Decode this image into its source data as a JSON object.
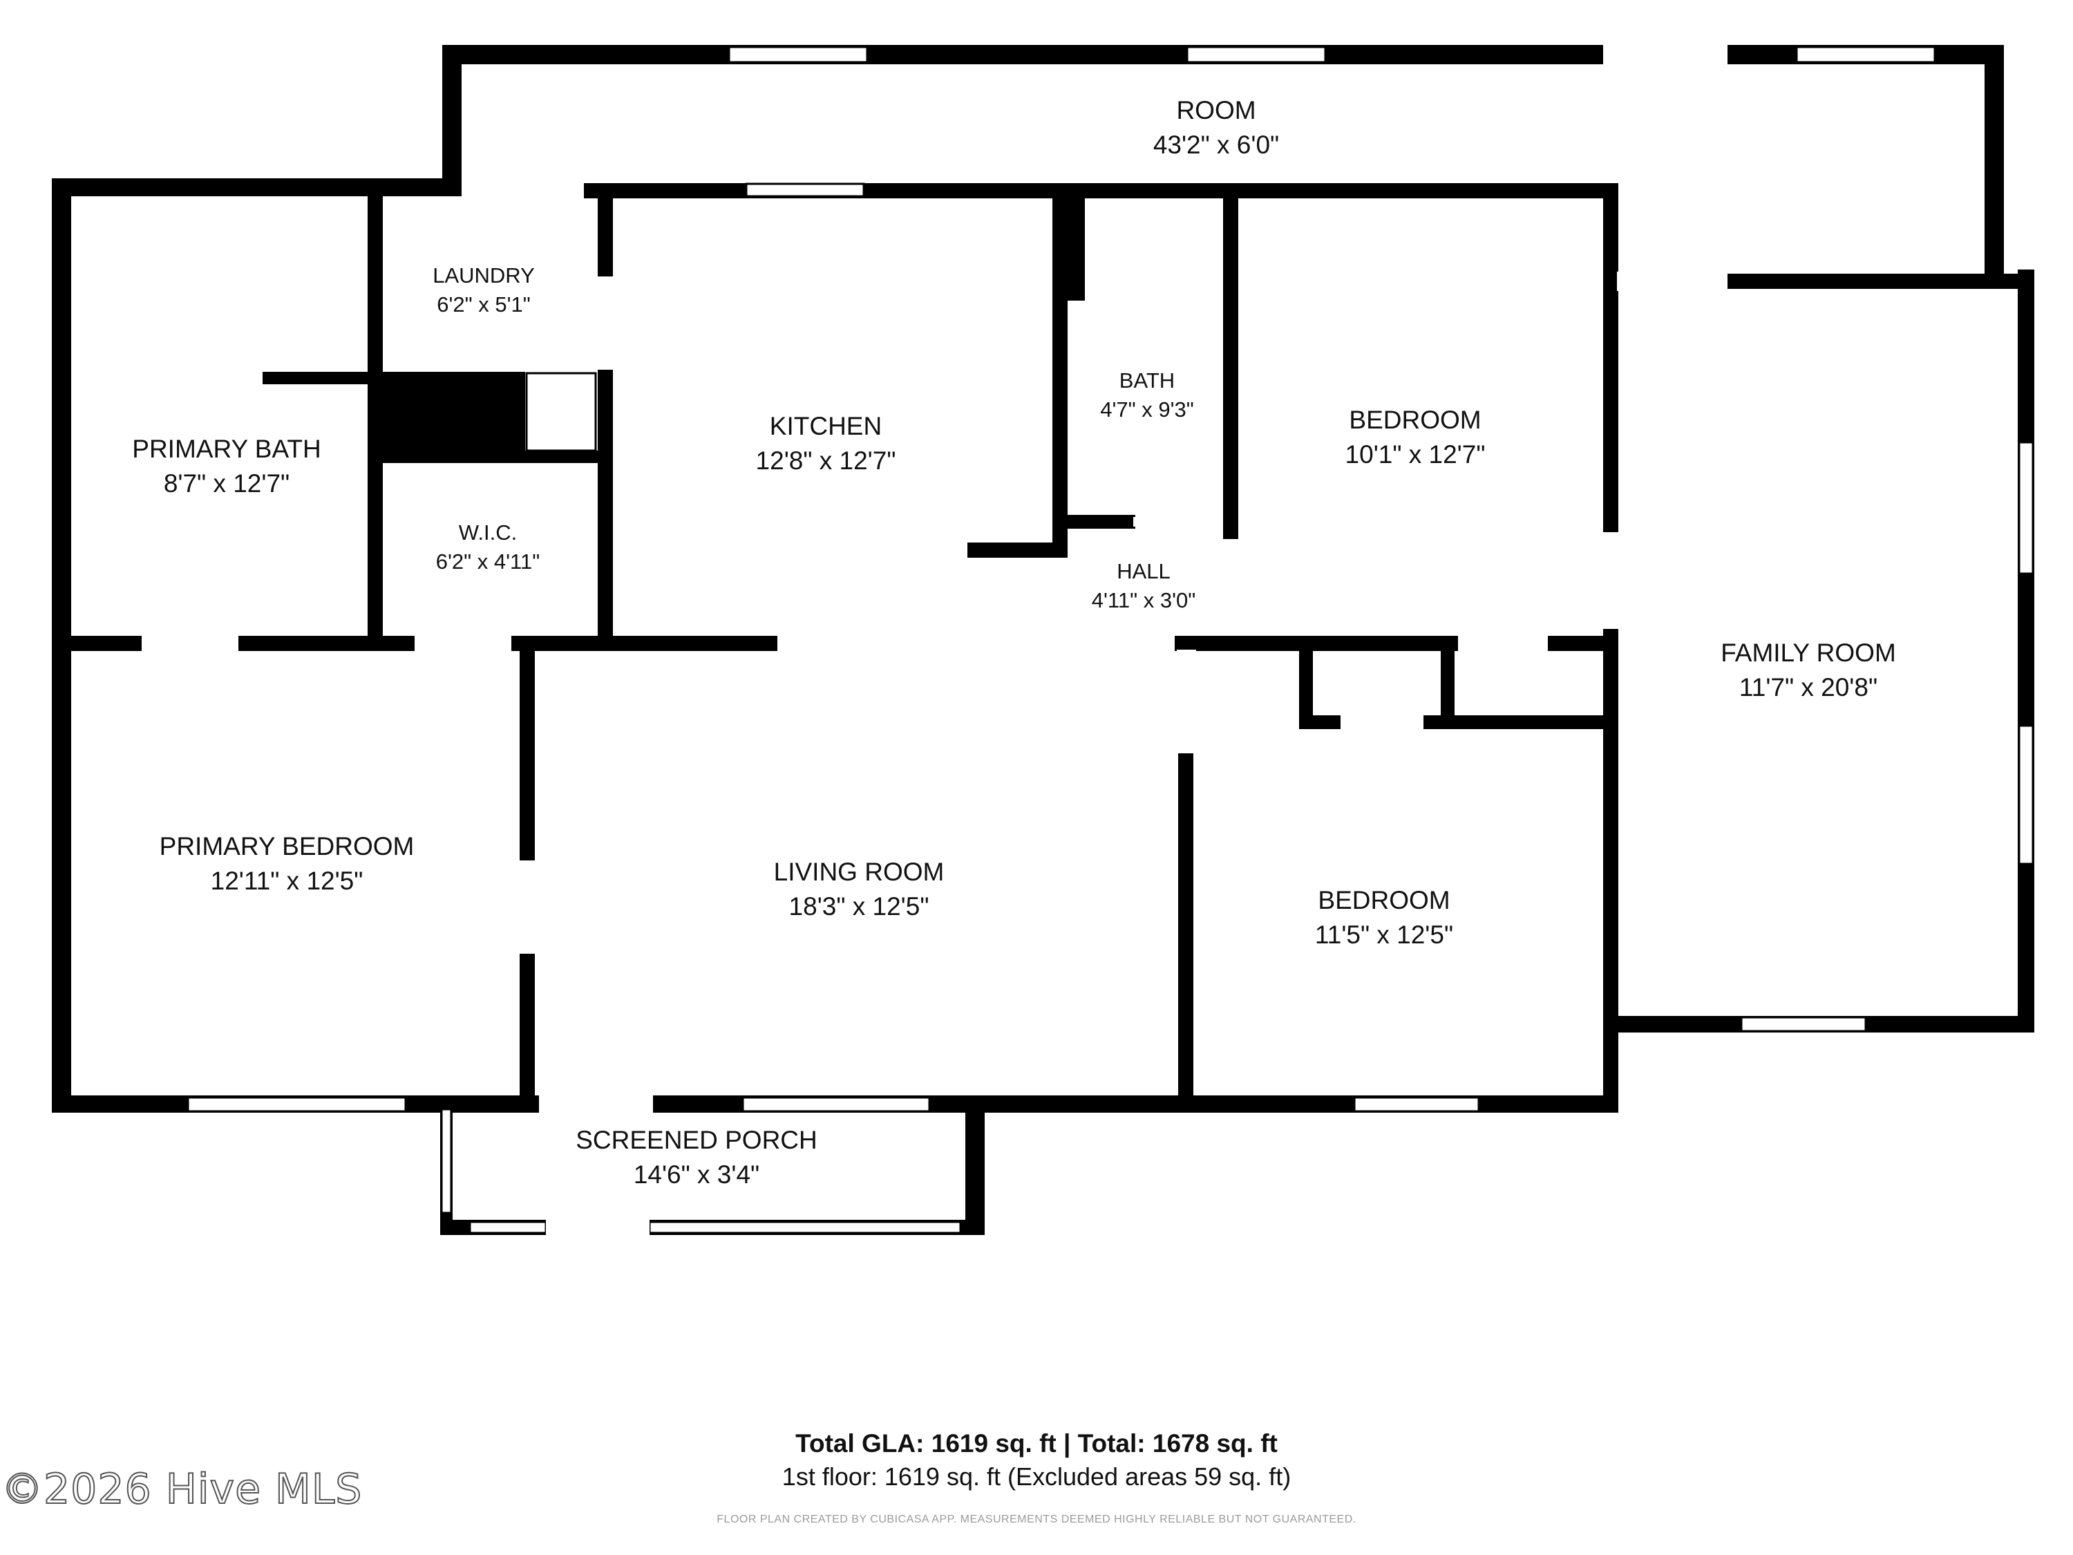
{
  "rooms": [
    {
      "id": "room",
      "name": "ROOM",
      "dims": "43'2\" x 6'0\""
    },
    {
      "id": "laundry",
      "name": "LAUNDRY",
      "dims": "6'2\" x 5'1\""
    },
    {
      "id": "primary-bath",
      "name": "PRIMARY BATH",
      "dims": "8'7\" x 12'7\""
    },
    {
      "id": "wic",
      "name": "W.I.C.",
      "dims": "6'2\" x 4'11\""
    },
    {
      "id": "kitchen",
      "name": "KITCHEN",
      "dims": "12'8\" x 12'7\""
    },
    {
      "id": "bath",
      "name": "BATH",
      "dims": "4'7\" x 9'3\""
    },
    {
      "id": "hall",
      "name": "HALL",
      "dims": "4'11\" x 3'0\""
    },
    {
      "id": "bedroom-1",
      "name": "BEDROOM",
      "dims": "10'1\" x 12'7\""
    },
    {
      "id": "family-room",
      "name": "FAMILY ROOM",
      "dims": "11'7\" x 20'8\""
    },
    {
      "id": "primary-bedroom",
      "name": "PRIMARY BEDROOM",
      "dims": "12'11\" x 12'5\""
    },
    {
      "id": "living-room",
      "name": "LIVING ROOM",
      "dims": "18'3\" x 12'5\""
    },
    {
      "id": "bedroom-2",
      "name": "BEDROOM",
      "dims": "11'5\" x 12'5\""
    },
    {
      "id": "screened-porch",
      "name": "SCREENED PORCH",
      "dims": "14'6\" x 3'4\""
    }
  ],
  "footer": {
    "totals": "Total GLA: 1619 sq. ft | Total: 1678 sq. ft",
    "floor": "1st floor: 1619 sq. ft (Excluded areas 59 sq. ft)",
    "disclaimer": "FLOOR PLAN CREATED BY CUBICASA APP. MEASUREMENTS DEEMED HIGHLY RELIABLE BUT NOT GUARANTEED."
  },
  "watermark": "©2026 Hive MLS",
  "colors": {
    "wall": "#000000",
    "window": "#ffffff",
    "background": "#ffffff"
  }
}
